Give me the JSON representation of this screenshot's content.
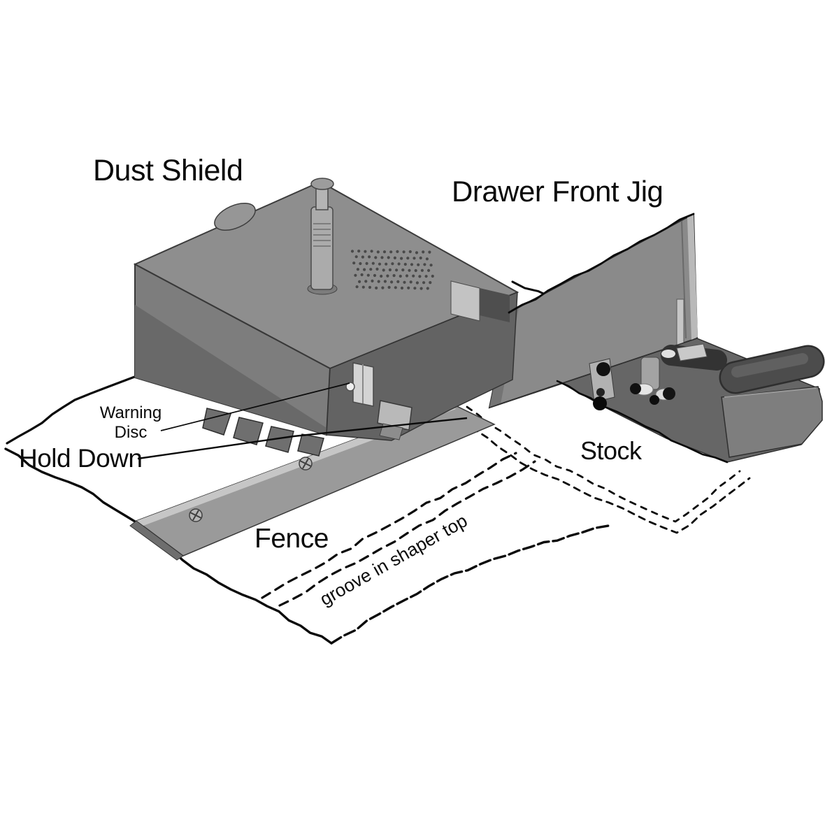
{
  "figure": {
    "labels": {
      "dust_shield": "Dust Shield",
      "drawer_front_jig": "Drawer Front Jig",
      "warning_disc_line1": "Warning",
      "warning_disc_line2": "Disc",
      "hold_down": "Hold Down",
      "stock": "Stock",
      "fence": "Fence",
      "groove_note": "groove in shaper top"
    },
    "colors": {
      "ink": "#0a0a0a",
      "machine_gray": "#8e8e8e",
      "machine_front_gray": "#7d7d7d",
      "machine_shadow_gray": "#636363",
      "jig_plate_gray": "#8a8a8a",
      "fence_gray": "#9a9a9a",
      "table_white": "#ffffff"
    }
  }
}
